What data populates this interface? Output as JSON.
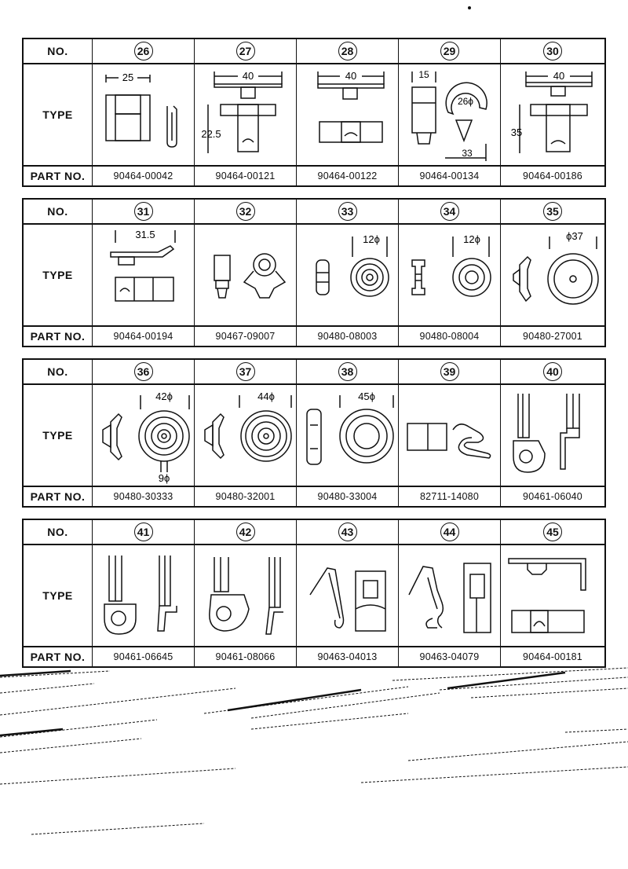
{
  "labels": {
    "no": "NO.",
    "type": "TYPE",
    "part_no": "PART NO."
  },
  "tables": [
    {
      "items": [
        {
          "no": "26",
          "part": "90464-00042",
          "dim": "25"
        },
        {
          "no": "27",
          "part": "90464-00121",
          "dim": "40",
          "dim2": "22.5"
        },
        {
          "no": "28",
          "part": "90464-00122",
          "dim": "40"
        },
        {
          "no": "29",
          "part": "90464-00134",
          "dim": "15",
          "dim2": "26ϕ",
          "dim3": "33"
        },
        {
          "no": "30",
          "part": "90464-00186",
          "dim": "40",
          "dim2": "35"
        }
      ]
    },
    {
      "items": [
        {
          "no": "31",
          "part": "90464-00194",
          "dim": "31.5"
        },
        {
          "no": "32",
          "part": "90467-09007"
        },
        {
          "no": "33",
          "part": "90480-08003",
          "dim": "12ϕ"
        },
        {
          "no": "34",
          "part": "90480-08004",
          "dim": "12ϕ"
        },
        {
          "no": "35",
          "part": "90480-27001",
          "dim": "ϕ37"
        }
      ]
    },
    {
      "items": [
        {
          "no": "36",
          "part": "90480-30333",
          "dim": "42ϕ",
          "dim2": "9ϕ"
        },
        {
          "no": "37",
          "part": "90480-32001",
          "dim": "44ϕ"
        },
        {
          "no": "38",
          "part": "90480-33004",
          "dim": "45ϕ"
        },
        {
          "no": "39",
          "part": "82711-14080"
        },
        {
          "no": "40",
          "part": "90461-06040"
        }
      ]
    },
    {
      "items": [
        {
          "no": "41",
          "part": "90461-06645"
        },
        {
          "no": "42",
          "part": "90461-08066"
        },
        {
          "no": "43",
          "part": "90463-04013"
        },
        {
          "no": "44",
          "part": "90463-04079"
        },
        {
          "no": "45",
          "part": "90464-00181"
        }
      ]
    }
  ]
}
